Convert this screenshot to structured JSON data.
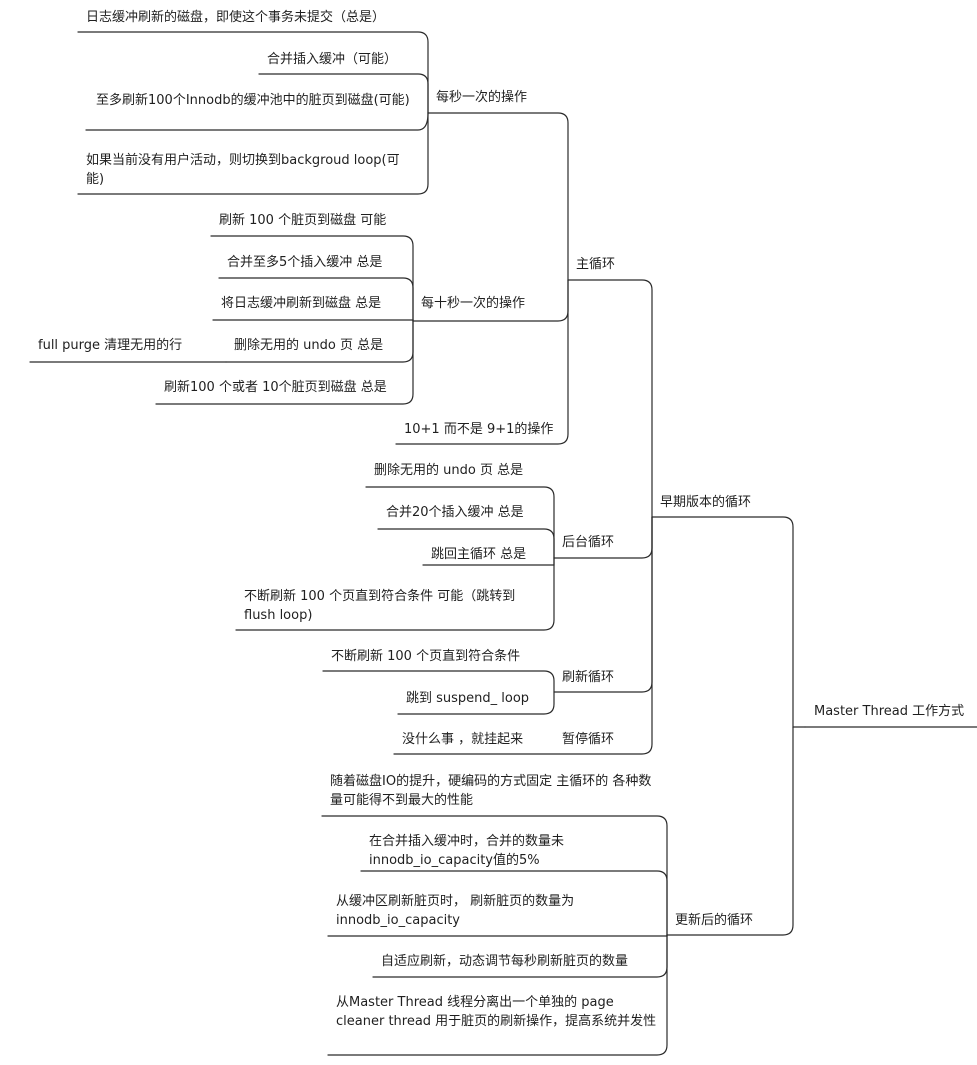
{
  "root": "Master Thread 工作方式",
  "early": {
    "label": "早期版本的循环",
    "main_loop": {
      "label": "主循环",
      "per_second": {
        "label": "每秒一次的操作",
        "items": [
          "日志缓冲刷新的磁盘，即使这个事务未提交（总是）",
          "合并插入缓冲（可能）",
          "至多刷新100个Innodb的缓冲池中的脏页到磁盘(可能)",
          "如果当前没有用户活动，则切换到backgroud loop(可能)"
        ]
      },
      "per_ten_seconds": {
        "label": "每十秒一次的操作",
        "items": [
          "刷新 100 个脏页到磁盘 可能",
          "合并至多5个插入缓冲 总是",
          "将日志缓冲刷新到磁盘 总是",
          "删除无用的 undo 页 总是",
          "刷新100 个或者 10个脏页到磁盘 总是"
        ],
        "undo_child": "full purge 清理无用的行"
      },
      "ten_plus_one": "10+1 而不是 9+1的操作"
    },
    "background_loop": {
      "label": "后台循环",
      "items": [
        "删除无用的 undo 页 总是",
        "合并20个插入缓冲 总是",
        "跳回主循环 总是",
        "不断刷新 100 个页直到符合条件 可能（跳转到 flush loop)"
      ]
    },
    "flush_loop": {
      "label": "刷新循环",
      "items": [
        "不断刷新 100 个页直到符合条件",
        "跳到 suspend_ loop"
      ]
    },
    "suspend_loop": {
      "label": "暂停循环",
      "items": [
        "没什么事 ，就挂起来"
      ]
    }
  },
  "updated": {
    "label": "更新后的循环",
    "items": [
      "随着磁盘IO的提升，硬编码的方式固定 主循环的 各种数量可能得不到最大的性能",
      "在合并插入缓冲时，合并的数量未innodb_io_capacity值的5%",
      "从缓冲区刷新脏页时， 刷新脏页的数量为 innodb_io_capacity",
      "自适应刷新，动态调节每秒刷新脏页的数量",
      "从Master Thread 线程分离出一个单独的 page cleaner thread 用于脏页的刷新操作，提高系统并发性"
    ]
  }
}
